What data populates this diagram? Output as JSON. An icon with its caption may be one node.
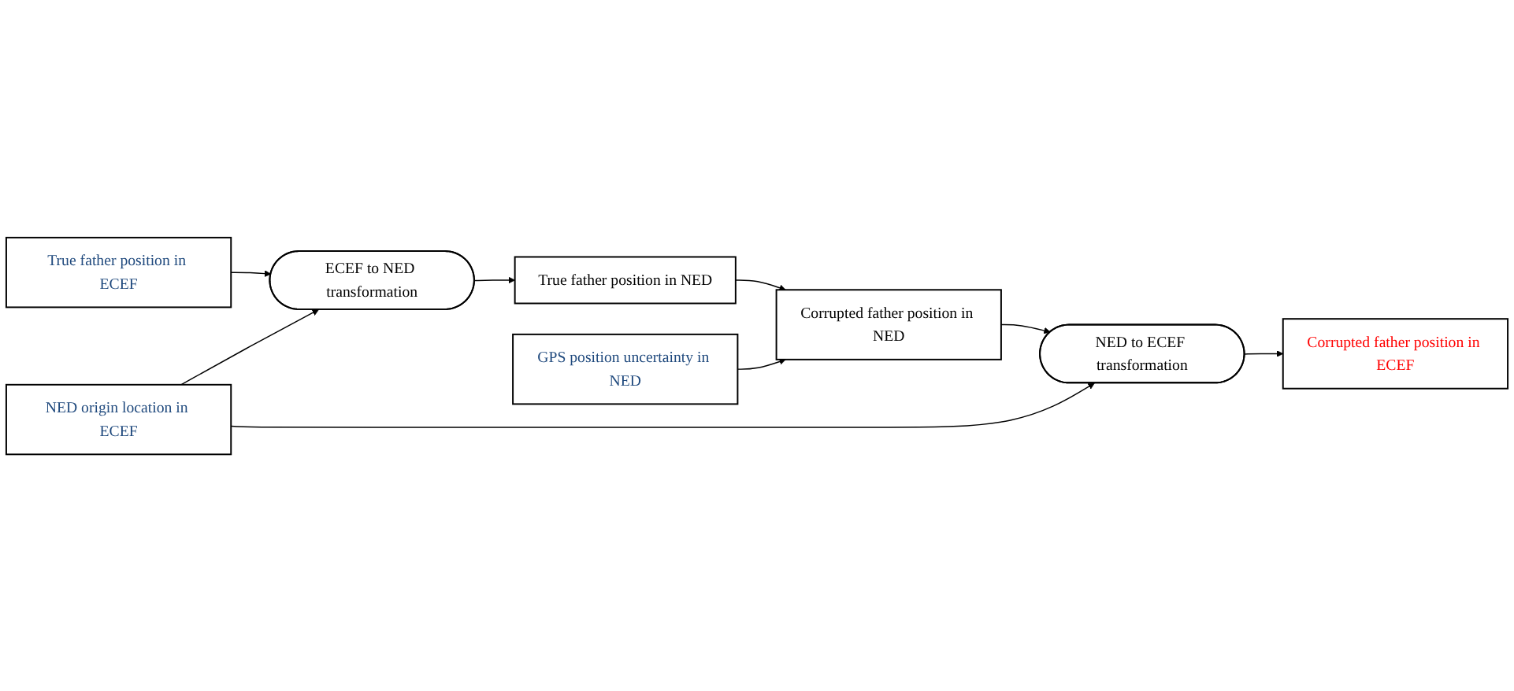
{
  "diagram": {
    "nodes": [
      {
        "text": [
          "True father position in ECEF"
        ]
      },
      {
        "text": [
          "ECEF to NED transformation"
        ]
      },
      {
        "text": [
          "True father position in NED"
        ]
      },
      {
        "text": [
          "NED origin location in ECEF"
        ]
      },
      {
        "text": [
          "GPS position uncertainty in NED"
        ]
      },
      {
        "text": [
          "Corrupted father position in NED"
        ]
      },
      {
        "text": [
          "NED to ECEF transformation"
        ]
      },
      {
        "text": [
          "Corrupted father position in ECEF"
        ]
      }
    ],
    "edges": [
      {
        "from": 0,
        "to": 1,
        "arrow": "to"
      },
      {
        "from": 1,
        "to": 2,
        "arrow": "to"
      },
      {
        "from": 3,
        "to": 1,
        "arrow": "to"
      },
      {
        "from": 2,
        "to": 5,
        "arrow": "to"
      },
      {
        "from": 4,
        "to": 5,
        "arrow": "to"
      },
      {
        "from": 3,
        "to": 6,
        "arrow": "to"
      },
      {
        "from": 5,
        "to": 6,
        "arrow": "to"
      },
      {
        "from": 6,
        "to": 7,
        "arrow": "to"
      }
    ]
  }
}
